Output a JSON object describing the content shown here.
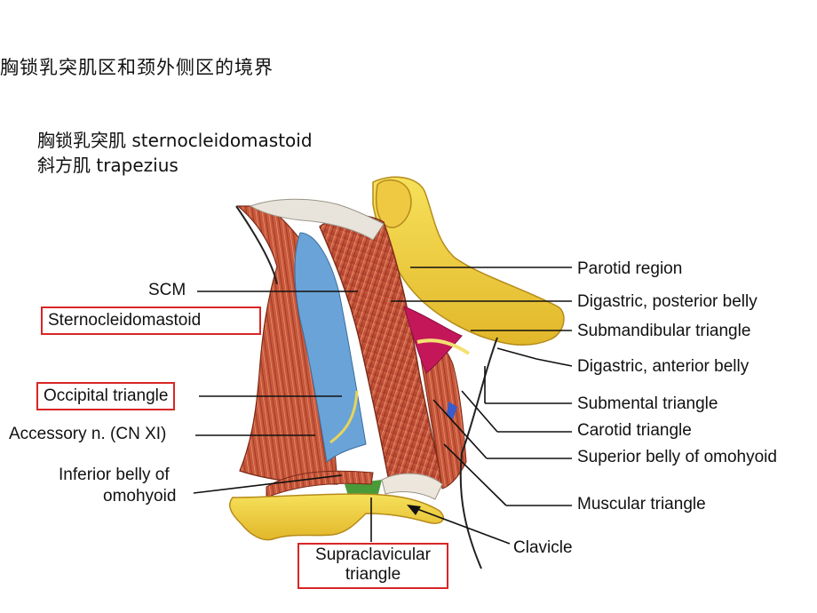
{
  "slide_title": "胸锁乳突肌区和颈外侧区的境界",
  "subtitles": {
    "line1": "胸锁乳突肌 sternocleidomastoid",
    "line2": "斜方肌 trapezius"
  },
  "labels": {
    "scm": "SCM",
    "sternocleidomastoid": "Sternocleidomastoid",
    "occipital_triangle": "Occipital triangle",
    "accessory_nerve": "Accessory n. (CN XI)",
    "inferior_belly_line1": "Inferior belly of",
    "inferior_belly_line2": "omohyoid",
    "supraclavicular_line1": "Supraclavicular",
    "supraclavicular_line2": "triangle",
    "clavicle": "Clavicle",
    "parotid_region": "Parotid region",
    "digastric_posterior": "Digastric, posterior belly",
    "submandibular_triangle": "Submandibular triangle",
    "digastric_anterior": "Digastric, anterior belly",
    "submental_triangle": "Submental triangle",
    "carotid_triangle": "Carotid triangle",
    "superior_belly_omohyoid": "Superior belly of omohyoid",
    "muscular_triangle": "Muscular triangle"
  },
  "colors": {
    "highlight_box": "#d92626",
    "muscle": "#c8563a",
    "bone": "#f2d43a",
    "occipital_region": "#6aa3d8",
    "submandibular_region": "#c4175a",
    "supraclavicular_region": "#4a9a3a"
  }
}
